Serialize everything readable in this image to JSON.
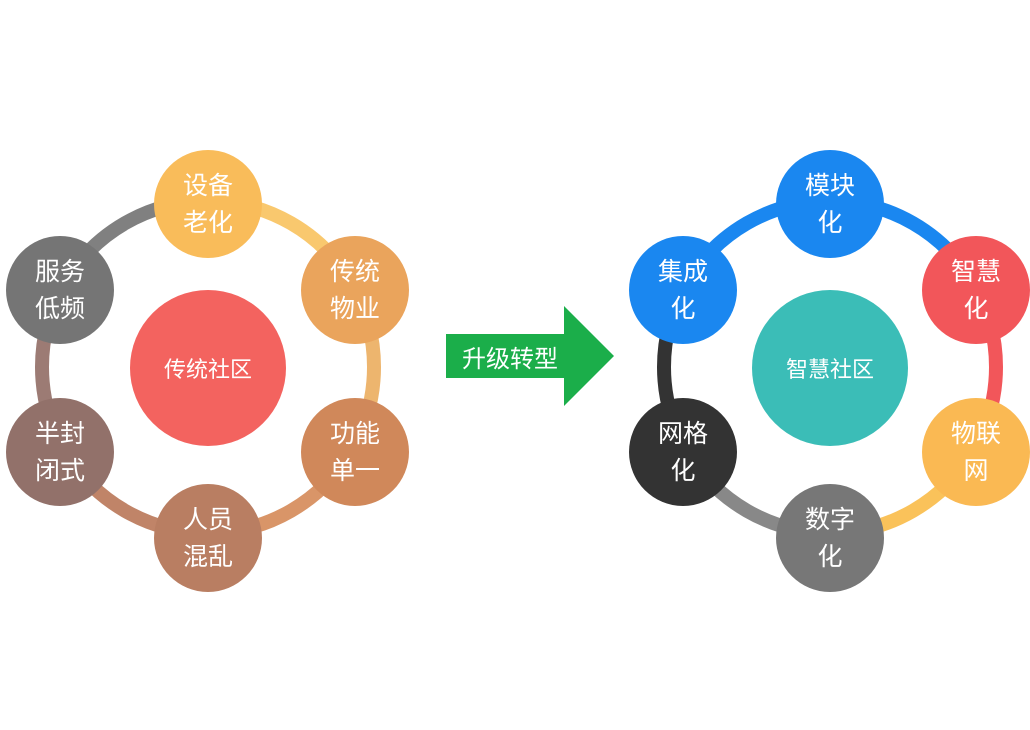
{
  "diagram": {
    "left": {
      "center": {
        "label": "传统社区",
        "color": "#F3635F"
      },
      "nodes": [
        {
          "id": "top",
          "label": "设备\n老化",
          "color": "#F9BC5A"
        },
        {
          "id": "top-right",
          "label": "传统\n物业",
          "color": "#EAA45C"
        },
        {
          "id": "bottom-right",
          "label": "功能\n单一",
          "color": "#D0885A"
        },
        {
          "id": "bottom",
          "label": "人员\n混乱",
          "color": "#B97E62"
        },
        {
          "id": "bottom-left",
          "label": "半封\n闭式",
          "color": "#92716A"
        },
        {
          "id": "top-left",
          "label": "服务\n低频",
          "color": "#757575"
        }
      ],
      "links": [
        "#F9C86E",
        "#EDB56E",
        "#D99568",
        "#C08468",
        "#9C7B74",
        "#808080"
      ]
    },
    "right": {
      "center": {
        "label": "智慧社区",
        "color": "#3BBDB7"
      },
      "nodes": [
        {
          "id": "top",
          "label": "模块\n化",
          "color": "#1A87F0"
        },
        {
          "id": "top-right",
          "label": "智慧\n化",
          "color": "#F2565A"
        },
        {
          "id": "bottom-right",
          "label": "物联\n网",
          "color": "#FAB953"
        },
        {
          "id": "bottom",
          "label": "数字\n化",
          "color": "#777777"
        },
        {
          "id": "bottom-left",
          "label": "网格\n化",
          "color": "#333333"
        },
        {
          "id": "top-left",
          "label": "集成\n化",
          "color": "#1A87F0"
        }
      ],
      "links": [
        "#1A87F0",
        "#F2565A",
        "#FAC25A",
        "#888888",
        "#333333",
        "#1A87F0"
      ]
    },
    "arrow": {
      "label": "升级转型",
      "color": "#1BAE4A"
    }
  }
}
